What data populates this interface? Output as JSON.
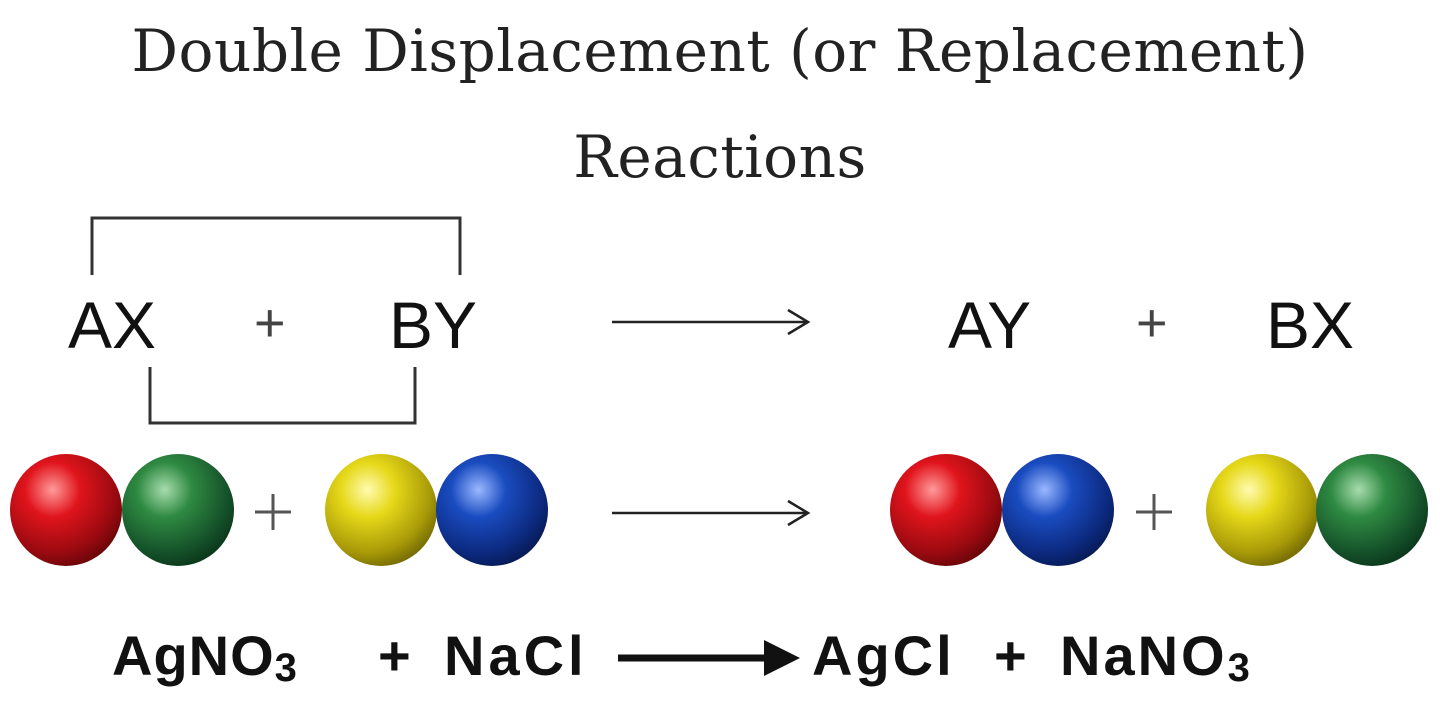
{
  "title": {
    "line1": "Double Displacement (or Replacement)",
    "line2": "Reactions"
  },
  "general": {
    "reactant1": "AX",
    "reactant2": "BY",
    "product1": "AY",
    "product2": "BX",
    "plus": "+"
  },
  "colors": {
    "A": "#d4111a",
    "X": "#1f6b30",
    "B": "#d8cc10",
    "Y": "#1340a8"
  },
  "molecules": {
    "reactant1": [
      "red-sphere",
      "green-sphere"
    ],
    "reactant2": [
      "yellow-sphere",
      "blue-sphere"
    ],
    "product1": [
      "red-sphere",
      "blue-sphere"
    ],
    "product2": [
      "yellow-sphere",
      "green-sphere"
    ]
  },
  "example": {
    "r1_main": "AgNO",
    "r1_sub": "3",
    "plus1": "+",
    "r2": "NaCl",
    "p1": "AgCl",
    "plus2": "+",
    "p2_main": "NaNO",
    "p2_sub": "3"
  }
}
